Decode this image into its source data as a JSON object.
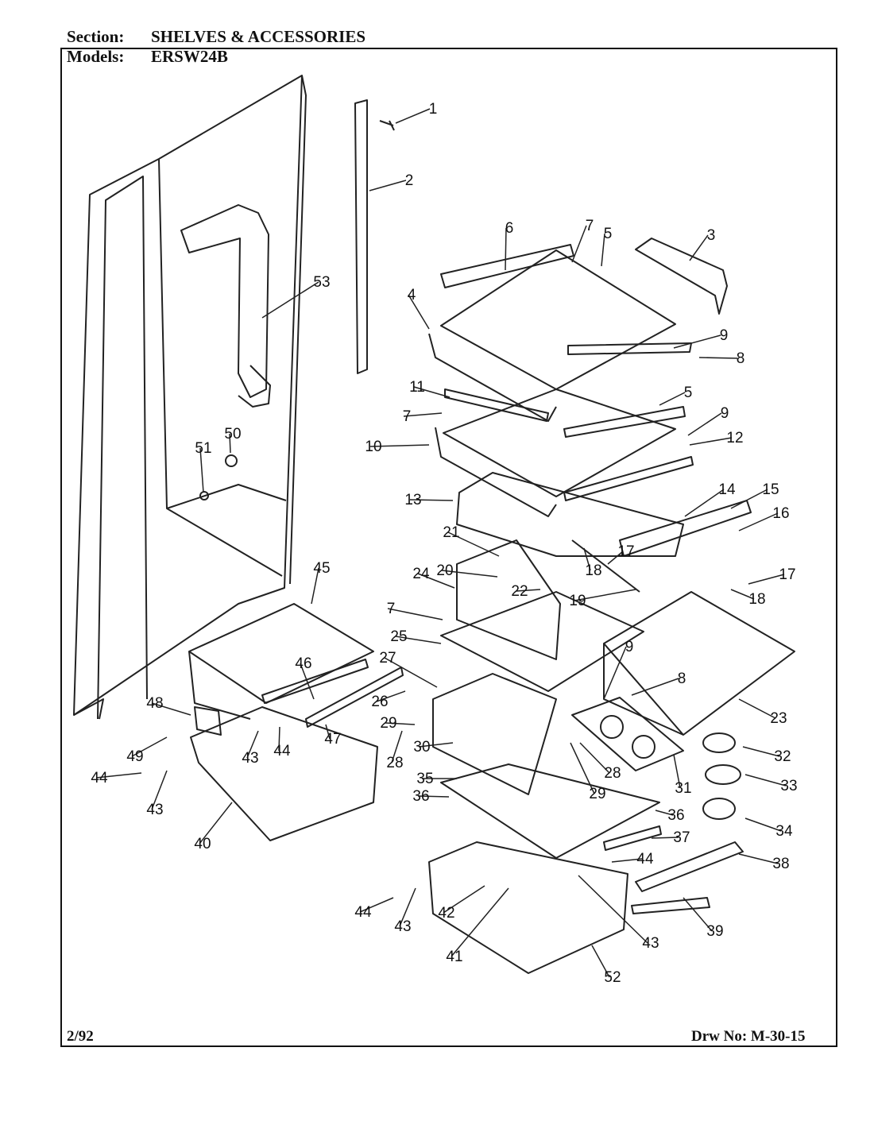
{
  "header": {
    "section_label": "Section:",
    "section_value": "SHELVES & ACCESSORIES",
    "models_label": "Models:",
    "models_value": "ERSW24B"
  },
  "footer": {
    "date": "2/92",
    "drawing_number": "Drw No: M-30-15"
  },
  "callouts": [
    "1",
    "2",
    "3",
    "4",
    "5",
    "6",
    "7",
    "8",
    "9",
    "10",
    "11",
    "12",
    "13",
    "14",
    "15",
    "16",
    "17",
    "18",
    "19",
    "20",
    "21",
    "22",
    "23",
    "24",
    "25",
    "26",
    "27",
    "28",
    "29",
    "30",
    "31",
    "32",
    "33",
    "34",
    "35",
    "36",
    "37",
    "38",
    "39",
    "40",
    "41",
    "42",
    "43",
    "44",
    "45",
    "46",
    "47",
    "48",
    "49",
    "50",
    "51",
    "52",
    "53"
  ]
}
